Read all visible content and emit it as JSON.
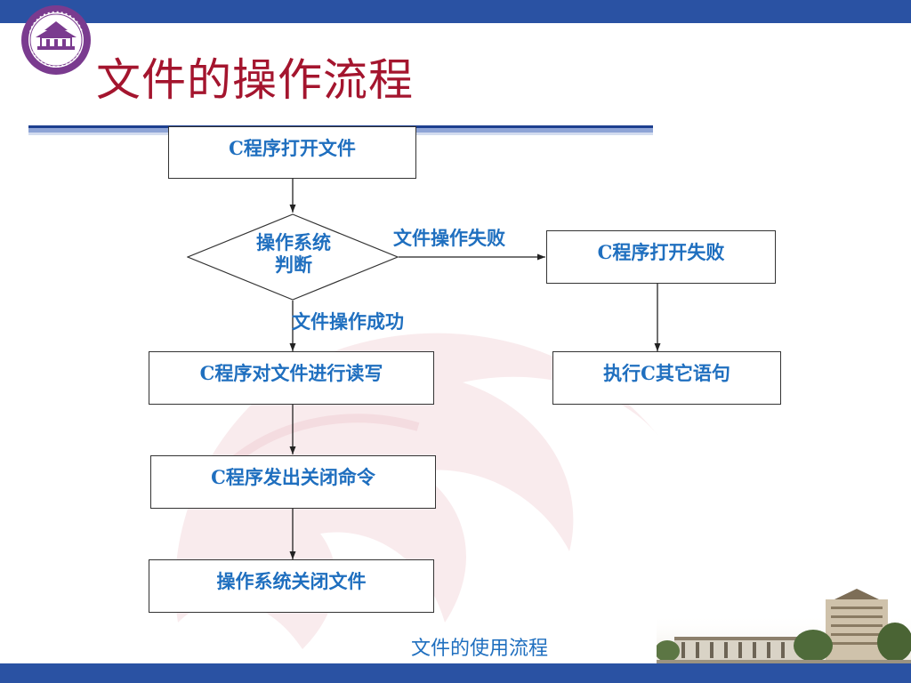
{
  "slide": {
    "title": "文件的操作流程",
    "caption": "文件的使用流程"
  },
  "flowchart": {
    "nodes": {
      "open_file": "C程序打开文件",
      "os_check_line1": "操作系统",
      "os_check_line2": "判断",
      "open_fail": "C程序打开失败",
      "execute_other": "执行C其它语句",
      "read_write": "C程序对文件进行读写",
      "close_command": "C程序发出关闭命令",
      "os_close": "操作系统关闭文件"
    },
    "edges": {
      "fail_label": "文件操作失败",
      "success_label": "文件操作成功"
    }
  },
  "colors": {
    "bar": "#2a52a3",
    "title": "#a4152e",
    "text": "#1f6fbf"
  }
}
